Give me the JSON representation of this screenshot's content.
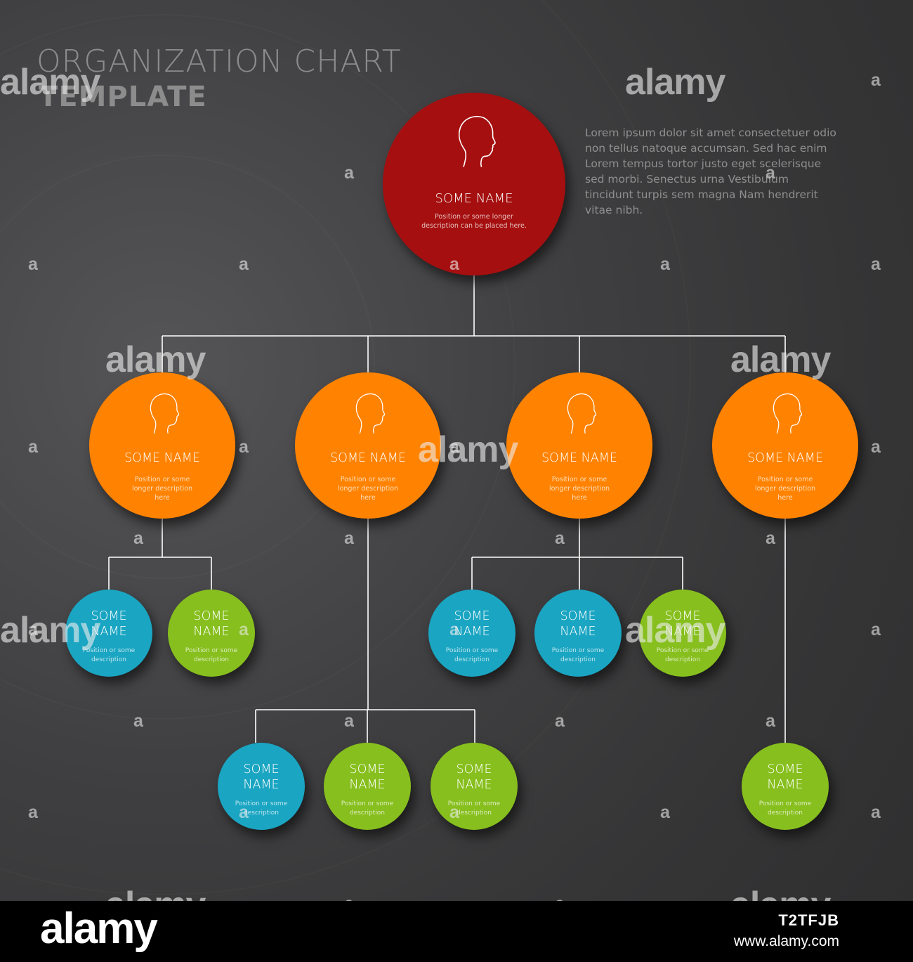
{
  "title": {
    "line1": "ORGANIZATION CHART",
    "line2": "TEMPLATE"
  },
  "description": "Lorem ipsum dolor sit amet consectetuer odio non tellus natoque accumsan. Sed hac enim Lorem tempus tortor justo eget scelerisque sed morbi. Senectus urna Vestibulum tincidunt turpis sem magna Nam hendrerit vitae nibh.",
  "colors": {
    "background": "#3c3c3e",
    "lines": "#ffffff",
    "level0": "#a50f0f",
    "level1": "#ff8200",
    "blue": "#1aa5c2",
    "green": "#87bf1e"
  },
  "nodes": [
    {
      "id": "root",
      "name": "SOME NAME",
      "desc": "Position or some longer description can be placed here.",
      "color": "#a50f0f",
      "icon": "head-profile-icon"
    },
    {
      "id": "m1",
      "parent": "root",
      "name": "SOME NAME",
      "desc": "Position or some longer description here",
      "color": "#ff8200",
      "icon": "head-profile-icon"
    },
    {
      "id": "m2",
      "parent": "root",
      "name": "SOME NAME",
      "desc": "Position or some longer description here",
      "color": "#ff8200",
      "icon": "head-profile-icon"
    },
    {
      "id": "m3",
      "parent": "root",
      "name": "SOME NAME",
      "desc": "Position or some longer description here",
      "color": "#ff8200",
      "icon": "head-profile-icon"
    },
    {
      "id": "m4",
      "parent": "root",
      "name": "SOME NAME",
      "desc": "Position or some longer description here",
      "color": "#ff8200",
      "icon": "head-profile-icon"
    },
    {
      "id": "c1",
      "parent": "m1",
      "name": "SOME NAME",
      "desc": "Position or some description",
      "color": "#1aa5c2"
    },
    {
      "id": "c2",
      "parent": "m1",
      "name": "SOME NAME",
      "desc": "Position or some description",
      "color": "#87bf1e"
    },
    {
      "id": "c3",
      "parent": "m3",
      "name": "SOME NAME",
      "desc": "Position or some description",
      "color": "#1aa5c2"
    },
    {
      "id": "c4",
      "parent": "m3",
      "name": "SOME NAME",
      "desc": "Position or some description",
      "color": "#1aa5c2"
    },
    {
      "id": "c5",
      "parent": "m3",
      "name": "SOME NAME",
      "desc": "Position or some description",
      "color": "#87bf1e"
    },
    {
      "id": "c6",
      "parent": "m2",
      "name": "SOME NAME",
      "desc": "Position or some description",
      "color": "#1aa5c2"
    },
    {
      "id": "c7",
      "parent": "m2",
      "name": "SOME NAME",
      "desc": "Position or some description",
      "color": "#87bf1e"
    },
    {
      "id": "c8",
      "parent": "m2",
      "name": "SOME NAME",
      "desc": "Position or some description",
      "color": "#87bf1e"
    },
    {
      "id": "c9",
      "parent": "m4",
      "name": "SOME NAME",
      "desc": "Position or some description",
      "color": "#87bf1e"
    }
  ],
  "watermark": {
    "text": "alamy",
    "letter": "a"
  },
  "footer": {
    "logo": "alamy",
    "image_id": "T2TFJB",
    "url": "www.alamy.com"
  }
}
